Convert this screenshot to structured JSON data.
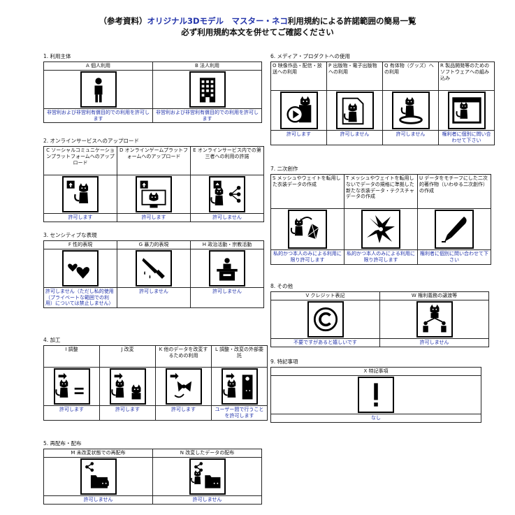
{
  "title": {
    "prefix": "（参考資料）",
    "main": "オリジナル3Dモデル　マスター・ネコ",
    "suffix": "利用規約による許諾範囲の簡易一覧",
    "line2": "必ず利用規約本文を併せてご確認ください"
  },
  "sections": {
    "s1": {
      "title": "1. 利用主体",
      "items": [
        {
          "head": "A 個人利用",
          "icon": "person-icon",
          "result": "非営利および非営利有償目的での利用を許可します"
        },
        {
          "head": "B 法人利用",
          "icon": "building-icon",
          "result": "非営利および非営利有償目的での利用を許可します"
        }
      ]
    },
    "s2": {
      "title": "2. オンラインサービスへのアップロード",
      "items": [
        {
          "head": "C ソーシャルコミュニケーションプラットフォームへのアップロード",
          "icon": "social-upload-icon",
          "result": "許可します"
        },
        {
          "head": "D オンラインゲームプラットフォームへのアップロード",
          "icon": "game-upload-icon",
          "result": "許可します"
        },
        {
          "head": "E オンラインサービス内での第三者への利用の許諾",
          "icon": "third-party-share-icon",
          "result": "許可しません"
        }
      ]
    },
    "s3": {
      "title": "3. センシティブな表現",
      "items": [
        {
          "head": "F 性的表現",
          "icon": "hearts-icon",
          "result": "許可しません（ただし私的使用（プライベートな範囲での利用）については禁止しません）"
        },
        {
          "head": "G 暴力的表現",
          "icon": "knife-icon",
          "result": "許可しません"
        },
        {
          "head": "H 政治活動・宗教活動",
          "icon": "podium-icon",
          "result": "許可しません"
        }
      ]
    },
    "s4": {
      "title": "4. 加工",
      "items": [
        {
          "head": "I 調整",
          "icon": "adjust-icon",
          "result": "許可します"
        },
        {
          "head": "J 改変",
          "icon": "modify-icon",
          "result": "許可します"
        },
        {
          "head": "K 他のデータを改変するための利用",
          "icon": "ribbon-icon",
          "result": "許可します"
        },
        {
          "head": "L 調整・改変の外部委託",
          "icon": "outsource-icon",
          "result": "ユーザー間で行うことを許可します"
        }
      ]
    },
    "s5": {
      "title": "5. 再配布・配布",
      "items": [
        {
          "head": "M 未改変状態での再配布",
          "icon": "redistribute-icon",
          "result": "許可しません"
        },
        {
          "head": "N 改変したデータの配布",
          "icon": "modified-distribute-icon",
          "result": "許可しません"
        }
      ]
    },
    "s6": {
      "title": "6. メディア・プロダクトへの使用",
      "items": [
        {
          "head": "O 映像作品・配信・放送への利用",
          "icon": "video-icon",
          "result": "許可します"
        },
        {
          "head": "P 出版物・電子出版物への利用",
          "icon": "publication-icon",
          "result": "許可しません"
        },
        {
          "head": "Q 有体物（グッズ）への利用",
          "icon": "goods-icon",
          "result": "許可しません"
        },
        {
          "head": "R 製品開発等のためのソフトウェアへの組み込み",
          "icon": "software-icon",
          "result": "権利者に個別に問い合わせて下さい"
        }
      ]
    },
    "s7": {
      "title": "7. 二次創作",
      "items": [
        {
          "head": "S メッシュやウェイトを転用した衣装データの作成",
          "icon": "mesh-transfer-icon",
          "result": "私的かつ本人のみによる利用に限り許可します"
        },
        {
          "head": "T メッシュやウェイトを転用しないでデータの規格に準拠した新たな衣装データ・テクスチャデータの作成",
          "icon": "new-costume-icon",
          "result": "私的かつ本人のみによる利用に限り許可します"
        },
        {
          "head": "U データをモチーフにした二次的著作物（いわゆる二次創作）の作成",
          "icon": "pen-icon",
          "result": "権利者に個別に問い合わせて下さい"
        }
      ]
    },
    "s8": {
      "title": "8. その他",
      "items": [
        {
          "head": "V クレジット表記",
          "icon": "copyright-icon",
          "result": "不要ですがあると嬉しいです"
        },
        {
          "head": "W 権利義務の譲渡等",
          "icon": "transfer-rights-icon",
          "result": "許可しません"
        }
      ]
    },
    "s9": {
      "title": "9. 特記事項",
      "items": [
        {
          "head": "X 特記事項",
          "icon": "exclamation-icon",
          "result": "なし"
        }
      ]
    }
  }
}
